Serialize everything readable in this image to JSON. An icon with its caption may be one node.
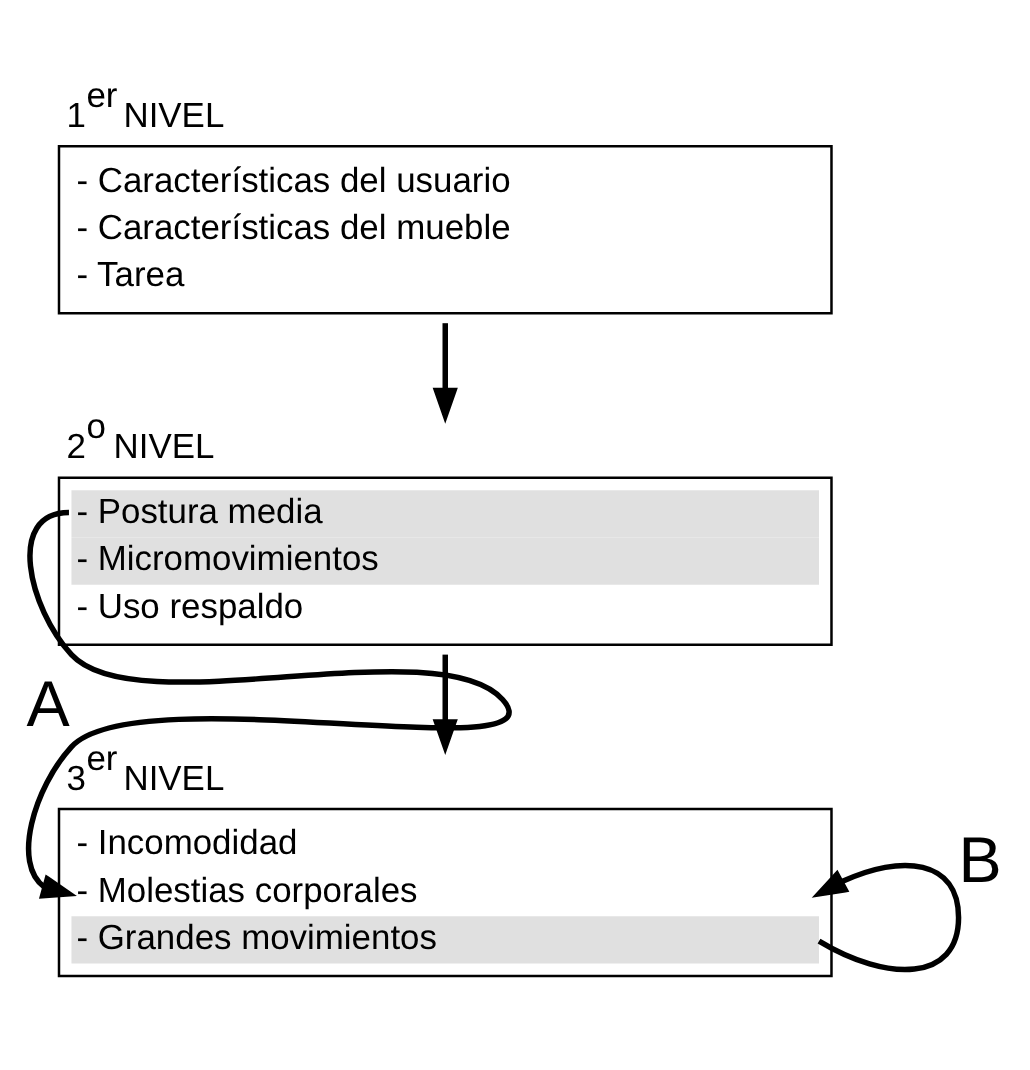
{
  "diagram": {
    "nodes": [
      {
        "text": [
          "1$^{er}$ NIVEL",
          "- Características del usuario",
          "- Características del mueble",
          "- Tarea"
        ]
      },
      {
        "text": [
          "2$^{o}$ NIVEL",
          "- Postura media",
          "- Micromovimientos",
          "- Uso respaldo"
        ]
      },
      {
        "text": [
          "3$^{er}$ NIVEL",
          "- Incomodidad",
          "- Molestias corporales",
          "- Grandes movimientos"
        ]
      }
    ],
    "edges": [
      {
        "from": 0,
        "to": 1,
        "arrow": "to"
      },
      {
        "from": 1,
        "to": 2,
        "arrow": "to"
      },
      {
        "from": 1,
        "to": 2,
        "arrow": "to",
        "label": "A"
      },
      {
        "from": 2,
        "to": 2,
        "arrow": "to",
        "label": "B"
      }
    ]
  }
}
